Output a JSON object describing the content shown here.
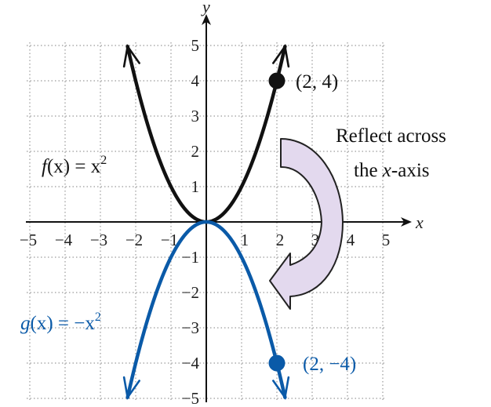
{
  "chart_data": {
    "type": "line",
    "x_label": "x",
    "y_label": "y",
    "xlim": [
      -5,
      5
    ],
    "ylim": [
      -5,
      5
    ],
    "grid": true,
    "x_ticks": [
      "−5",
      "−4",
      "−3",
      "−2",
      "−1",
      "1",
      "2",
      "3",
      "4",
      "5"
    ],
    "y_ticks": [
      "5",
      "4",
      "3",
      "2",
      "1",
      "−1",
      "−2",
      "−3",
      "−4",
      "−5"
    ],
    "series": [
      {
        "name": "f(x) = x²",
        "formula": "x^2",
        "color": "#111111",
        "x_range": [
          -2.23,
          2.23
        ],
        "label": {
          "prefix": "f",
          "arg": "(x) = x",
          "sup": "2"
        }
      },
      {
        "name": "g(x) = −x²",
        "formula": "-x^2",
        "color": "#0a5aa8",
        "x_range": [
          -2.23,
          2.23
        ],
        "label": {
          "prefix": "g",
          "arg": "(x) = −x",
          "sup": "2"
        }
      }
    ],
    "points": [
      {
        "x": 2,
        "y": 4,
        "label": "(2, 4)",
        "color": "#111111"
      },
      {
        "x": 2,
        "y": -4,
        "label": "(2, −4)",
        "color": "#0a5aa8"
      }
    ],
    "annotation": {
      "line1": "Reflect across",
      "line2_prefix": "the ",
      "line2_var": "x",
      "line2_suffix": "-axis",
      "arrow_fill": "#e3d9ee"
    }
  }
}
